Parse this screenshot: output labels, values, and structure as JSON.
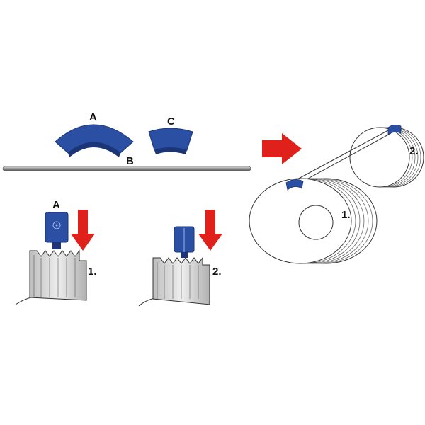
{
  "labels": {
    "part_a": "A",
    "part_b": "B",
    "part_c": "C",
    "step1_part": "A",
    "step1": "1.",
    "step2": "2.",
    "pulley1": "1.",
    "pulley2": "2."
  },
  "colors": {
    "part_blue": "#2a4fa3",
    "part_blue_dark": "#1b3577",
    "arrow_red": "#e0201b",
    "line": "#333333"
  },
  "icons": {
    "arrow": "arrow-down-red",
    "arrow_right": "arrow-right-red"
  }
}
